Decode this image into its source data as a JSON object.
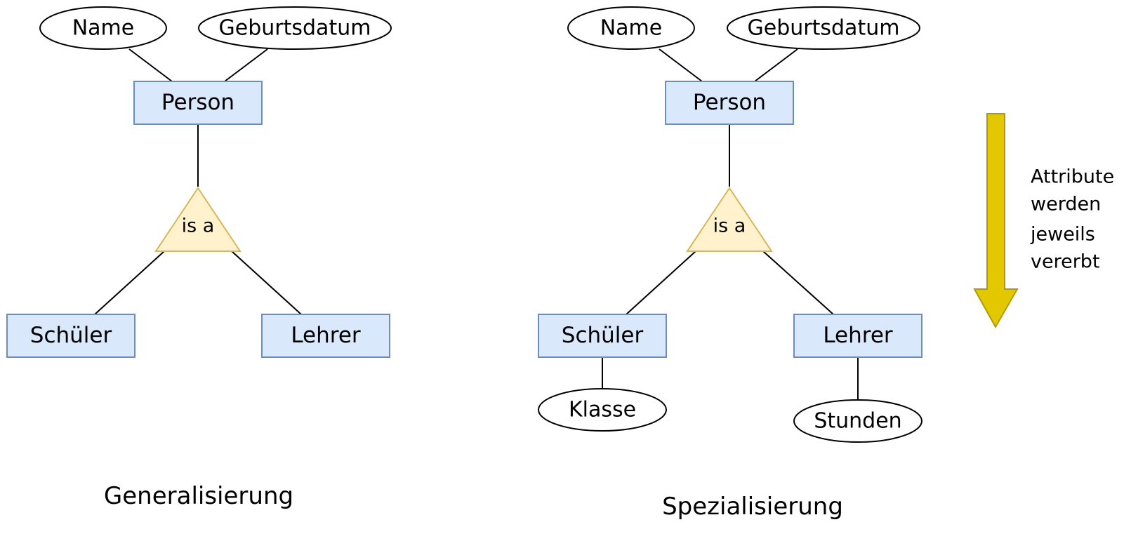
{
  "diagrams": {
    "generalization": {
      "caption": "Generalisierung",
      "entities": {
        "person": "Person",
        "schueler": "Schüler",
        "lehrer": "Lehrer"
      },
      "attributes": {
        "name": "Name",
        "birthdate": "Geburtsdatum"
      },
      "relationship": "is a"
    },
    "specialization": {
      "caption": "Spezialisierung",
      "entities": {
        "person": "Person",
        "schueler": "Schüler",
        "lehrer": "Lehrer"
      },
      "attributes": {
        "name": "Name",
        "birthdate": "Geburtsdatum",
        "klasse": "Klasse",
        "stunden": "Stunden"
      },
      "relationship": "is a"
    }
  },
  "inheritance_note": {
    "lines": [
      "Attribute",
      "werden",
      "jeweils",
      "vererbt"
    ],
    "arrow_color": "#e3c800",
    "arrow_direction": "down"
  },
  "colors": {
    "entity_fill": "#dae8fc",
    "entity_stroke": "#6c8ebf",
    "isa_fill": "#fff2cc",
    "isa_stroke": "#d6b656"
  }
}
